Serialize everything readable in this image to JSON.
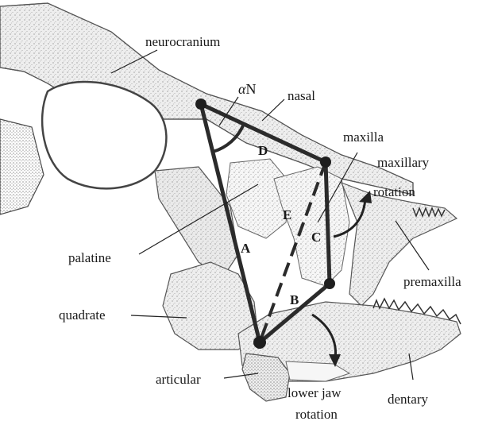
{
  "labels": {
    "neurocranium": "neurocranium",
    "alpha_n_symbol": "α",
    "alpha_n_sub": "N",
    "nasal": "nasal",
    "maxilla": "maxilla",
    "maxillary_rotation_1": "maxillary",
    "maxillary_rotation_2": "rotation",
    "palatine": "palatine",
    "premaxilla": "premaxilla",
    "quadrate": "quadrate",
    "articular": "articular",
    "lower_jaw_rotation_1": "lower jaw",
    "lower_jaw_rotation_2": "rotation",
    "dentary": "dentary"
  },
  "links": {
    "A": "A",
    "B": "B",
    "C": "C",
    "D": "D",
    "E": "E"
  },
  "colors": {
    "linkage": "#2b2b2b",
    "bone_fill": "#eeeeee",
    "bone_stroke": "#555555"
  }
}
